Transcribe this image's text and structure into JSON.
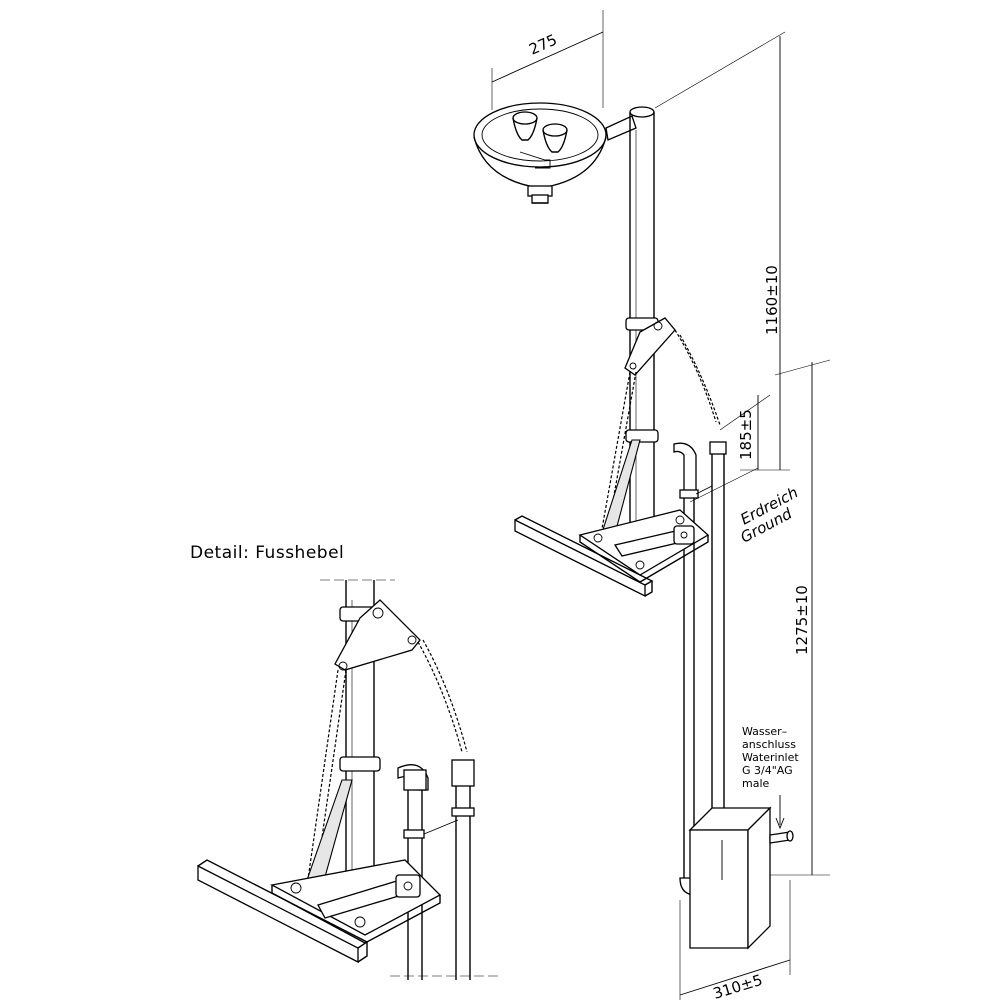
{
  "drawing": {
    "detail_title": "Detail: Fusshebel",
    "dimensions": {
      "bowl_width": "275",
      "total_height": "1160±10",
      "bottom_height": "1275±10",
      "pedal_height": "185±5",
      "base_width": "310±5"
    },
    "ground_label_1": "Erdreich",
    "ground_label_2": "Ground",
    "water_inlet": {
      "line1": "Wasser–",
      "line2": "anschluss",
      "line3": "Waterinlet",
      "line4": "G 3/4\"AG",
      "line5": "male"
    }
  }
}
